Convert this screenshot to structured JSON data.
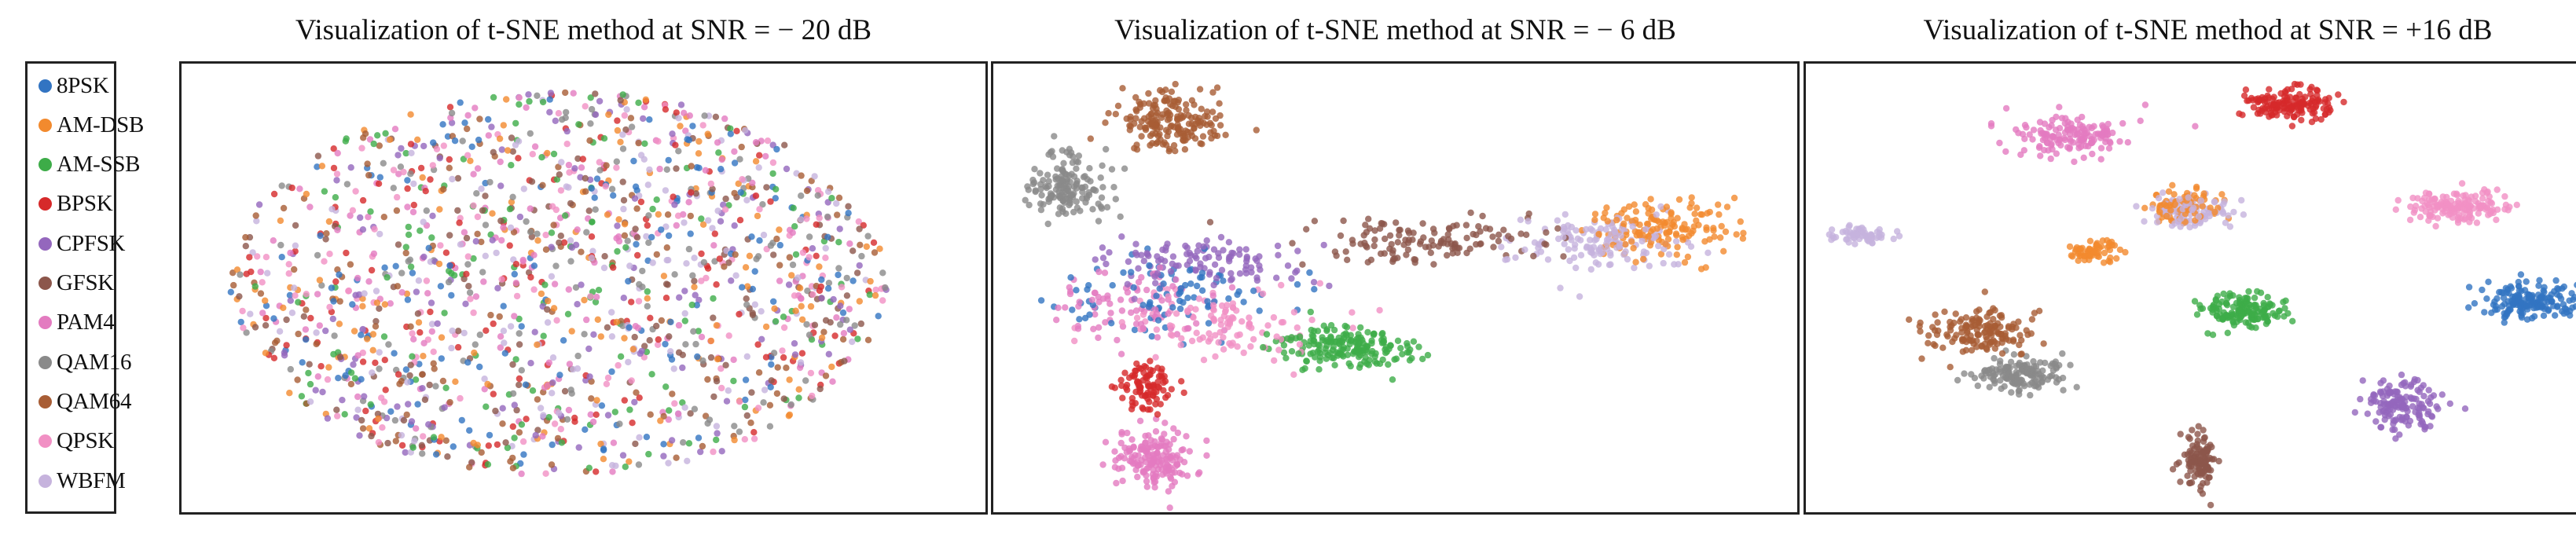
{
  "chart_data": {
    "type": "scatter",
    "legend": {
      "placement": "left",
      "classes": [
        {
          "name": "8PSK",
          "color": "#3274c2"
        },
        {
          "name": "AM-DSB",
          "color": "#f28a2e"
        },
        {
          "name": "AM-SSB",
          "color": "#3dac48"
        },
        {
          "name": "BPSK",
          "color": "#d6292a"
        },
        {
          "name": "CPFSK",
          "color": "#9467bd"
        },
        {
          "name": "GFSK",
          "color": "#8c564b"
        },
        {
          "name": "PAM4",
          "color": "#e37bc0"
        },
        {
          "name": "QAM16",
          "color": "#8a8a8a"
        },
        {
          "name": "QAM64",
          "color": "#a85d35"
        },
        {
          "name": "QPSK",
          "color": "#f190c4"
        },
        {
          "name": "WBFM",
          "color": "#c6b3dd"
        }
      ]
    },
    "panels": [
      {
        "title": "Visualization of t-SNE method at SNR = − 20 dB",
        "grid": false,
        "mode": "mixed",
        "clusters": [
          {
            "class": "8PSK",
            "cx": 0.47,
            "cy": 0.49,
            "rx": 0.41,
            "ry": 0.43,
            "n": 150
          },
          {
            "class": "AM-DSB",
            "cx": 0.47,
            "cy": 0.49,
            "rx": 0.41,
            "ry": 0.43,
            "n": 150
          },
          {
            "class": "AM-SSB",
            "cx": 0.47,
            "cy": 0.49,
            "rx": 0.41,
            "ry": 0.43,
            "n": 150
          },
          {
            "class": "BPSK",
            "cx": 0.47,
            "cy": 0.49,
            "rx": 0.41,
            "ry": 0.43,
            "n": 150
          },
          {
            "class": "CPFSK",
            "cx": 0.47,
            "cy": 0.49,
            "rx": 0.41,
            "ry": 0.43,
            "n": 150
          },
          {
            "class": "GFSK",
            "cx": 0.47,
            "cy": 0.49,
            "rx": 0.41,
            "ry": 0.43,
            "n": 150
          },
          {
            "class": "PAM4",
            "cx": 0.47,
            "cy": 0.49,
            "rx": 0.41,
            "ry": 0.43,
            "n": 150
          },
          {
            "class": "QAM16",
            "cx": 0.47,
            "cy": 0.49,
            "rx": 0.41,
            "ry": 0.43,
            "n": 150
          },
          {
            "class": "QAM64",
            "cx": 0.47,
            "cy": 0.49,
            "rx": 0.41,
            "ry": 0.43,
            "n": 150
          },
          {
            "class": "QPSK",
            "cx": 0.47,
            "cy": 0.49,
            "rx": 0.41,
            "ry": 0.43,
            "n": 150
          },
          {
            "class": "WBFM",
            "cx": 0.47,
            "cy": 0.49,
            "rx": 0.41,
            "ry": 0.43,
            "n": 150
          }
        ]
      },
      {
        "title": "Visualization of t-SNE method at SNR = − 6 dB",
        "grid": false,
        "mode": "clusters",
        "clusters": [
          {
            "class": "QAM64",
            "cx": 0.22,
            "cy": 0.13,
            "rx": 0.07,
            "ry": 0.07,
            "n": 180
          },
          {
            "class": "QAM16",
            "cx": 0.09,
            "cy": 0.27,
            "rx": 0.06,
            "ry": 0.08,
            "n": 150
          },
          {
            "class": "CPFSK",
            "cx": 0.26,
            "cy": 0.44,
            "rx": 0.14,
            "ry": 0.06,
            "n": 110
          },
          {
            "class": "8PSK",
            "cx": 0.22,
            "cy": 0.52,
            "rx": 0.14,
            "ry": 0.09,
            "n": 90
          },
          {
            "class": "PAM4",
            "cx": 0.17,
            "cy": 0.54,
            "rx": 0.11,
            "ry": 0.1,
            "n": 80
          },
          {
            "class": "QPSK",
            "cx": 0.28,
            "cy": 0.58,
            "rx": 0.15,
            "ry": 0.1,
            "n": 120
          },
          {
            "class": "BPSK",
            "cx": 0.19,
            "cy": 0.72,
            "rx": 0.04,
            "ry": 0.06,
            "n": 90
          },
          {
            "class": "PAM4",
            "cx": 0.2,
            "cy": 0.88,
            "rx": 0.05,
            "ry": 0.07,
            "n": 170
          },
          {
            "class": "AM-SSB",
            "cx": 0.44,
            "cy": 0.63,
            "rx": 0.09,
            "ry": 0.05,
            "n": 190
          },
          {
            "class": "GFSK",
            "cx": 0.52,
            "cy": 0.4,
            "rx": 0.18,
            "ry": 0.06,
            "n": 130
          },
          {
            "class": "WBFM",
            "cx": 0.76,
            "cy": 0.4,
            "rx": 0.12,
            "ry": 0.07,
            "n": 140
          },
          {
            "class": "AM-DSB",
            "cx": 0.83,
            "cy": 0.37,
            "rx": 0.1,
            "ry": 0.07,
            "n": 150
          }
        ]
      },
      {
        "title": "Visualization of t-SNE method at SNR = +16 dB",
        "grid": false,
        "mode": "clusters",
        "clusters": [
          {
            "class": "PAM4",
            "cx": 0.33,
            "cy": 0.16,
            "rx": 0.08,
            "ry": 0.05,
            "n": 150
          },
          {
            "class": "BPSK",
            "cx": 0.6,
            "cy": 0.09,
            "rx": 0.06,
            "ry": 0.04,
            "n": 150
          },
          {
            "class": "WBFM",
            "cx": 0.07,
            "cy": 0.38,
            "rx": 0.04,
            "ry": 0.02,
            "n": 60
          },
          {
            "class": "AM-DSB",
            "cx": 0.36,
            "cy": 0.42,
            "rx": 0.04,
            "ry": 0.025,
            "n": 60
          },
          {
            "class": "WBFM",
            "cx": 0.48,
            "cy": 0.33,
            "rx": 0.06,
            "ry": 0.04,
            "n": 100
          },
          {
            "class": "AM-DSB",
            "cx": 0.47,
            "cy": 0.32,
            "rx": 0.05,
            "ry": 0.04,
            "n": 80
          },
          {
            "class": "QPSK",
            "cx": 0.81,
            "cy": 0.32,
            "rx": 0.07,
            "ry": 0.04,
            "n": 150
          },
          {
            "class": "AM-SSB",
            "cx": 0.54,
            "cy": 0.55,
            "rx": 0.06,
            "ry": 0.04,
            "n": 160
          },
          {
            "class": "8PSK",
            "cx": 0.9,
            "cy": 0.53,
            "rx": 0.07,
            "ry": 0.04,
            "n": 170
          },
          {
            "class": "QAM64",
            "cx": 0.22,
            "cy": 0.6,
            "rx": 0.08,
            "ry": 0.06,
            "n": 150
          },
          {
            "class": "QAM16",
            "cx": 0.27,
            "cy": 0.69,
            "rx": 0.06,
            "ry": 0.04,
            "n": 150
          },
          {
            "class": "CPFSK",
            "cx": 0.74,
            "cy": 0.76,
            "rx": 0.05,
            "ry": 0.06,
            "n": 150
          },
          {
            "class": "GFSK",
            "cx": 0.49,
            "cy": 0.88,
            "rx": 0.025,
            "ry": 0.07,
            "n": 110
          }
        ]
      }
    ]
  }
}
